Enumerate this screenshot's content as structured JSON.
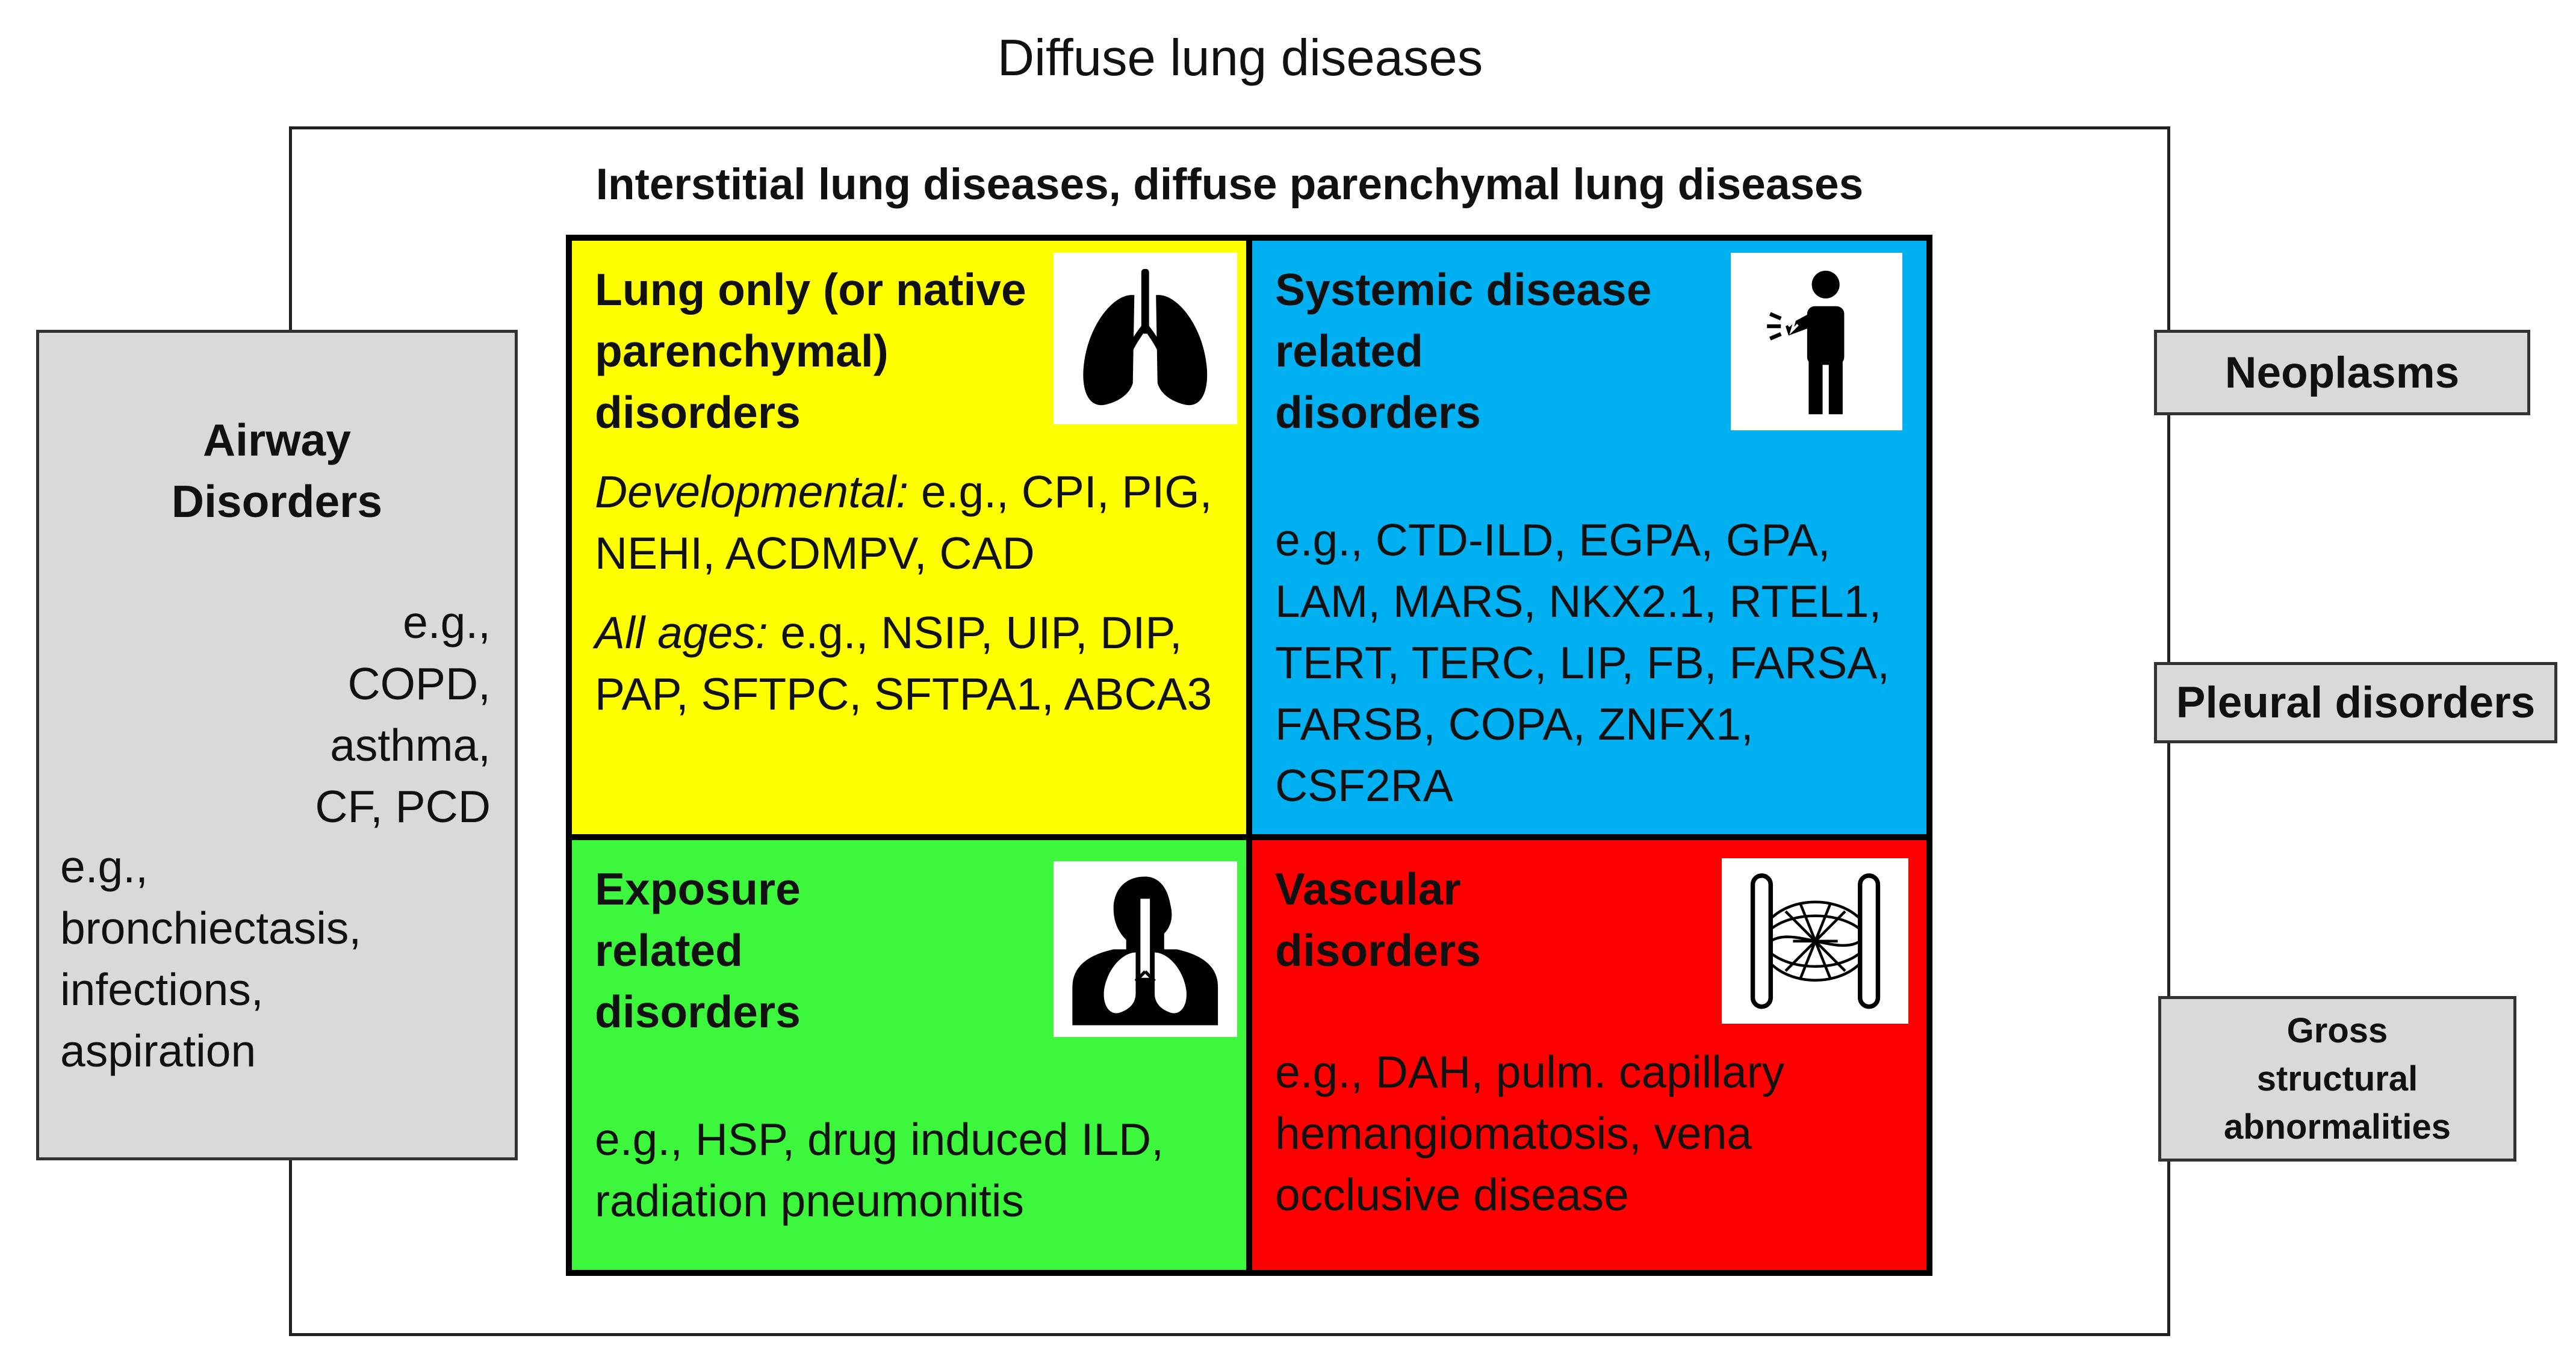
{
  "title": "Diffuse lung diseases",
  "ild_title": "Interstitial lung diseases, diffuse parenchymal lung diseases",
  "colors": {
    "lung_only": "#ffff00",
    "systemic": "#00b0f0",
    "exposure": "#3cf73c",
    "vascular": "#ff0000",
    "side_box": "#d9d9d9"
  },
  "quadrants": {
    "lung_only": {
      "title_lines": [
        "Lung only (or native",
        "parenchymal)",
        "disorders"
      ],
      "icon": "lungs-icon",
      "dev_label": "Developmental:",
      "dev_text": " e.g., CPI, PIG, NEHI, ACDMPV, CAD",
      "all_label": "All ages:",
      "all_text": " e.g., NSIP, UIP, DIP, PAP, SFTPC, SFTPA1, ABCA3"
    },
    "systemic": {
      "title_lines": [
        "Systemic disease",
        "related",
        "disorders"
      ],
      "icon": "person-pain-icon",
      "lines": [
        "e.g., CTD-ILD, EGPA, GPA,",
        "LAM, MARS, NKX2.1, RTEL1,",
        "TERT, TERC, LIP, FB, FARSA,",
        "FARSB, COPA, ZNFX1, CSF2RA"
      ]
    },
    "exposure": {
      "title_lines": [
        "Exposure",
        "related",
        "disorders"
      ],
      "icon": "respiratory-system-icon",
      "lines": [
        "e.g., HSP, drug induced ILD,",
        "radiation pneumonitis"
      ]
    },
    "vascular": {
      "title_lines": [
        "Vascular",
        "disorders"
      ],
      "icon": "capillary-network-icon",
      "lines": [
        "e.g., DAH, pulm. capillary",
        "hemangiomatosis, vena",
        "occlusive disease"
      ]
    }
  },
  "airway": {
    "title_lines": [
      "Airway",
      "Disorders"
    ],
    "right_lines": [
      "e.g.,",
      "COPD,",
      "asthma,",
      "CF, PCD"
    ],
    "left_lines": [
      "e.g.,",
      "bronchiectasis,",
      "infections,",
      "aspiration"
    ]
  },
  "right_boxes": {
    "neoplasms": "Neoplasms",
    "pleural": "Pleural disorders",
    "gross_lines": [
      "Gross",
      "structural",
      "abnormalities"
    ]
  }
}
